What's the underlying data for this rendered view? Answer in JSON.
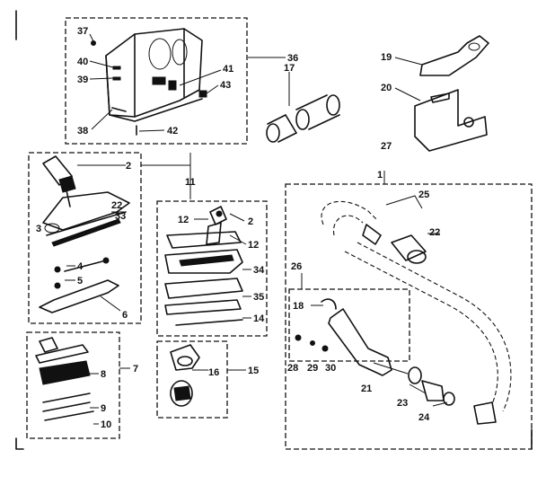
{
  "labels": {
    "l37": "37",
    "l40": "40",
    "l39": "39",
    "l38": "38",
    "l36": "36",
    "l41": "41",
    "l43": "43",
    "l42": "42",
    "l17": "17",
    "l19": "19",
    "l20": "20",
    "l27": "27",
    "l1": "1",
    "l2a": "2",
    "l22a": "22",
    "l33": "33",
    "l3": "3",
    "l4": "4",
    "l5": "5",
    "l6": "6",
    "l11": "11",
    "l12a": "12",
    "l2b": "2",
    "l12b": "12",
    "l34": "34",
    "l35": "35",
    "l14": "14",
    "l25": "25",
    "l22b": "22",
    "l26": "26",
    "l18": "18",
    "l28": "28",
    "l29": "29",
    "l30": "30",
    "l21": "21",
    "l23": "23",
    "l24": "24",
    "l7": "7",
    "l8": "8",
    "l9": "9",
    "l10": "10",
    "l15": "15",
    "l16": "16"
  }
}
